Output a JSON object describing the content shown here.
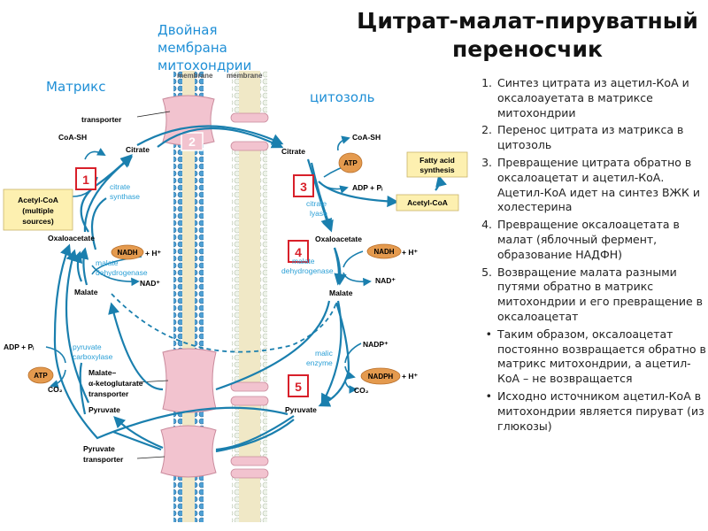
{
  "title": "Цитрат-малат-пируватный переносчик",
  "labels": {
    "membrane": "Двойная мембрана митохондрии",
    "matrix": "Матрикс",
    "cytosol": "цитозоль"
  },
  "diagram": {
    "membrane_top_left": "membrane",
    "membrane_top_right": "membrane",
    "transporter": "transporter",
    "citrate_left": "Citrate",
    "citrate_right": "Citrate",
    "coa_sh_left": "CoA-SH",
    "coa_sh_right": "CoA-SH",
    "acetyl_coa_box": [
      "Acetyl-CoA",
      "(multiple",
      "sources)"
    ],
    "citrate_synthase": [
      "citrate",
      "synthase"
    ],
    "oxaloacetate_left": "Oxaloacetate",
    "oxaloacetate_right": "Oxaloacetate",
    "nadh": "NADH",
    "h_plus": "+ H⁺",
    "nad_plus": "NAD⁺",
    "malate_dehydrogenase": [
      "malate",
      "dehydrogenase"
    ],
    "malate_left": "Malate",
    "malate_right": "Malate",
    "adp_pi": "ADP + Pᵢ",
    "atp": "ATP",
    "co2": "CO₂",
    "pyruvate_carboxylase": [
      "pyruvate",
      "carboxylase"
    ],
    "malate_akg_transporter": [
      "Malate–",
      "α-ketoglutarate",
      "transporter"
    ],
    "pyruvate_left": "Pyruvate",
    "pyruvate_right": "Pyruvate",
    "pyruvate_transporter": [
      "Pyruvate",
      "transporter"
    ],
    "fatty_acid_synthesis": [
      "Fatty acid",
      "synthesis"
    ],
    "acetyl_coa_right": "Acetyl-CoA",
    "citrate_lyase": [
      "citrate",
      "lyase"
    ],
    "nadp_plus": "NADP⁺",
    "nadph": "NADPH",
    "malic_enzyme": [
      "malic",
      "enzyme"
    ],
    "step_markers": [
      "1",
      "2",
      "3",
      "4",
      "5"
    ]
  },
  "steps": [
    {
      "marker": "1.",
      "text": "Синтез цитрата из ацетил-КоА и оксалоауетата в матриксе митохондрии"
    },
    {
      "marker": "2.",
      "text": "Перенос цитрата из матрикса в цитозоль"
    },
    {
      "marker": "3.",
      "text": " Превращение цитрата обратно в оксалоацетат и ацетил-КоА. Ацетил-КоА идет на синтез ВЖК и холестерина"
    },
    {
      "marker": "4.",
      "text": "Превращение оксалоацетата в малат (яблочный фермент, образование НАДФН)"
    },
    {
      "marker": "5.",
      "text": "Возвращение малата разными путями обратно в матрикс митохондрии и его превращение в оксалоацетат"
    },
    {
      "marker": "•",
      "text": "Таким образом, оксалоацетат постоянно возвращается обратно в матрикс митохондрии, а ацетил-КоА – не возвращается"
    },
    {
      "marker": "•",
      "text": "Исходно источником ацетил-КоА в митохондрии является пируват (из глюкозы)"
    }
  ],
  "colors": {
    "arrow": "#1a7fae",
    "enzyme_text": "#2a9fd6",
    "transporter_fill": "#f2c3cf",
    "cofactor_fill": "#e49a4e",
    "box_fill": "#fdf0b0",
    "step_box": "#d8202a",
    "label_blue": "#1f8fd6"
  }
}
